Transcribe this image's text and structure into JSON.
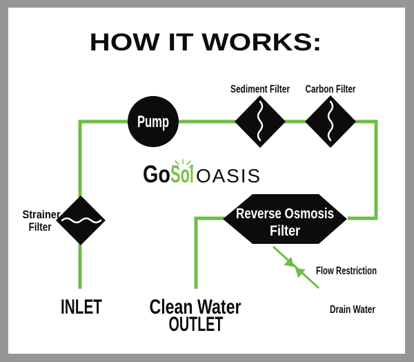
{
  "title": "HOW IT WORKS:",
  "logo": {
    "go": "Go",
    "sol": "Sol",
    "oasis": "OASIS"
  },
  "nodes": {
    "pump": {
      "label": "Pump",
      "shape": "circle"
    },
    "sediment_filter": {
      "label": "Sediment Filter",
      "shape": "diamond"
    },
    "carbon_filter": {
      "label": "Carbon Filter",
      "shape": "diamond"
    },
    "strainer_filter": {
      "label_line1": "Strainer",
      "label_line2": "Filter",
      "shape": "diamond"
    },
    "reverse_osmosis_filter": {
      "label_line1": "Reverse Osmosis",
      "label_line2": "Filter",
      "shape": "hexagon"
    }
  },
  "endpoints": {
    "inlet": "INLET",
    "outlet_line1": "Clean Water",
    "outlet_line2": "OUTLET"
  },
  "annotations": {
    "flow_restriction": "Flow Restriction",
    "drain_water": "Drain Water"
  },
  "colors": {
    "pipe_green": "#6cbe45",
    "logo_green": "#7cbf4b",
    "ink_black": "#0c0c0c",
    "border_gray": "#969696",
    "panel_white": "#ffffff"
  }
}
